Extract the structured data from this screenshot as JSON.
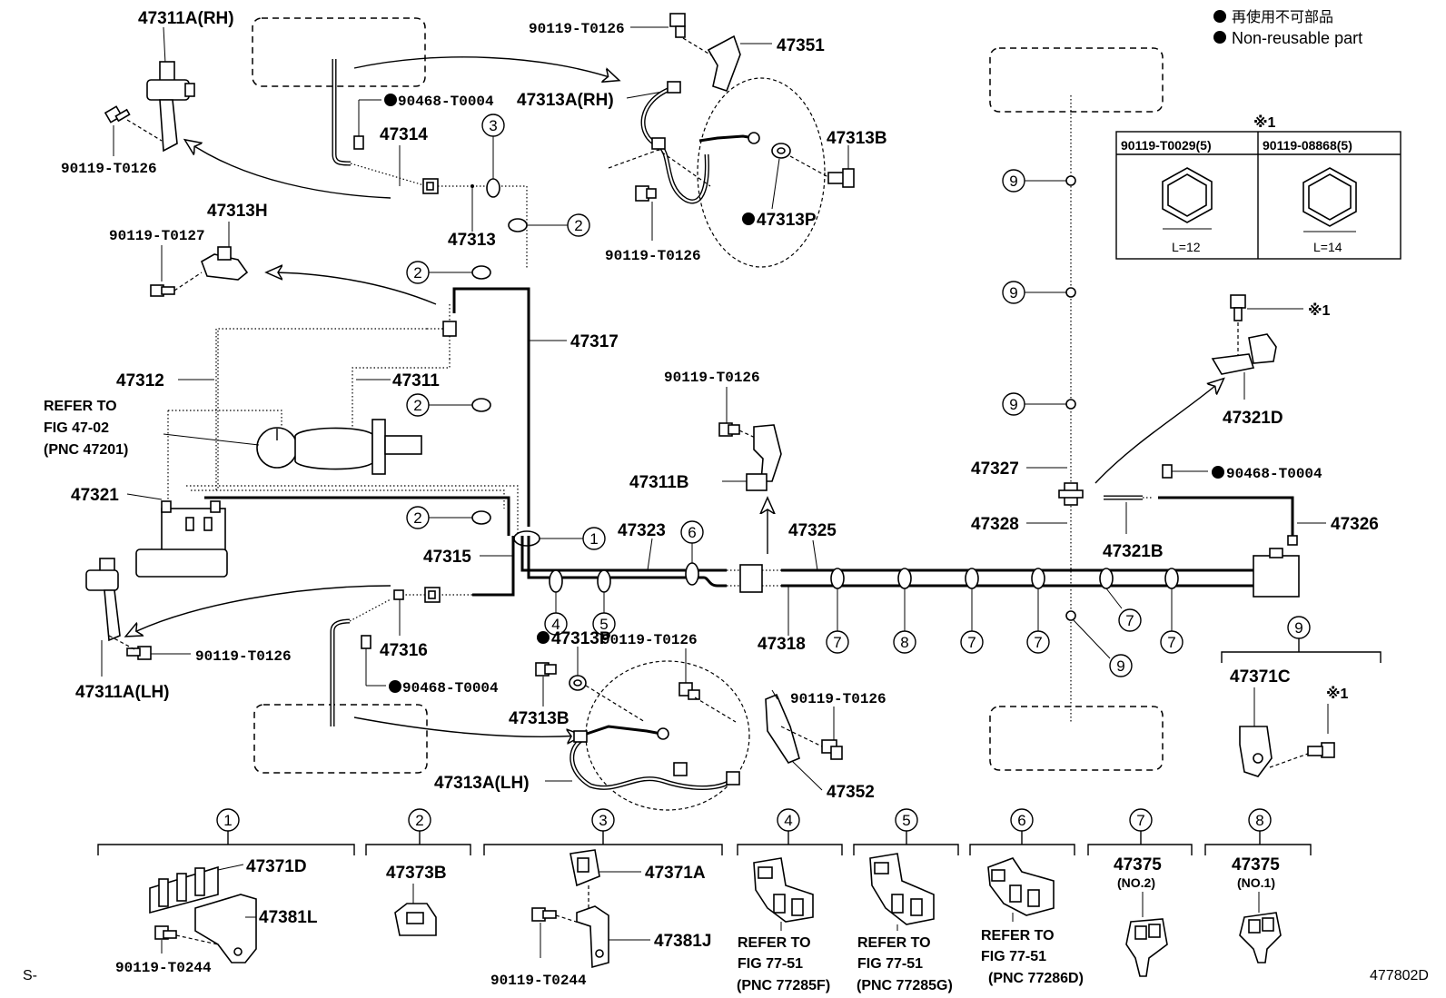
{
  "legend": {
    "line_jp": "再使用不可部品",
    "line_en": "Non-reusable part"
  },
  "labels": {
    "p47311A_RH": "47311A(RH)",
    "p90119_T0126_a": "90119-T0126",
    "p90119_T0126_b": "90119-T0126",
    "p90119_T0126_c": "90119-T0126",
    "p90119_T0126_d": "90119-T0126",
    "p90119_T0126_e": "90119-T0126",
    "p90119_T0126_f": "90119-T0126",
    "p90119_T0126_g": "90119-T0126",
    "p47351": "47351",
    "p90468_T0004_a": "90468-T0004",
    "p90468_T0004_b": "90468-T0004",
    "p90468_T0004_c": "90468-T0004",
    "p47313A_RH": "47313A(RH)",
    "p47314": "47314",
    "p47313B_a": "47313B",
    "p47313B_b": "47313B",
    "p47313H": "47313H",
    "p90119_T0127": "90119-T0127",
    "p47313": "47313",
    "p47313P_a": "47313P",
    "p47313P_b": "47313P",
    "p47317": "47317",
    "p47312": "47312",
    "p47311": "47311",
    "refer_to": "REFER TO",
    "fig_47_02": "FIG 47-02",
    "pnc_47201": "(PNC 47201)",
    "p47321": "47321",
    "p47311B": "47311B",
    "p47323": "47323",
    "p47325": "47325",
    "p47315": "47315",
    "p47318": "47318",
    "p47316": "47316",
    "p47311A_LH": "47311A(LH)",
    "p47313A_LH": "47313A(LH)",
    "p47352": "47352",
    "p47327": "47327",
    "p47328": "47328",
    "p47321B": "47321B",
    "p47326": "47326",
    "p47321D": "47321D",
    "p47371C": "47371C",
    "kome1_a": "※1",
    "kome1_b": "※1",
    "kome1_c": "※1",
    "bolt_a": "90119-T0029(5)",
    "bolt_b": "90119-08868(5)",
    "len_a": "L=12",
    "len_b": "L=14"
  },
  "circles": {
    "c1": "1",
    "c2": "2",
    "c3": "3",
    "c4": "4",
    "c5": "5",
    "c6": "6",
    "c7": "7",
    "c8": "8",
    "c9": "9"
  },
  "bottom": {
    "p47371D": "47371D",
    "p47381L": "47381L",
    "p90119_T0244_a": "90119-T0244",
    "p47373B": "47373B",
    "p47371A": "47371A",
    "p47381J": "47381J",
    "p90119_T0244_b": "90119-T0244",
    "refer_to": "REFER TO",
    "fig_77_51": "FIG 77-51",
    "pnc_77285F": "(PNC 77285F)",
    "pnc_77285G": "(PNC 77285G)",
    "pnc_77286D": "(PNC 77286D)",
    "p47375": "47375",
    "no2": "(NO.2)",
    "no1": "(NO.1)"
  },
  "footer": {
    "left": "S-",
    "right": "477802D"
  }
}
